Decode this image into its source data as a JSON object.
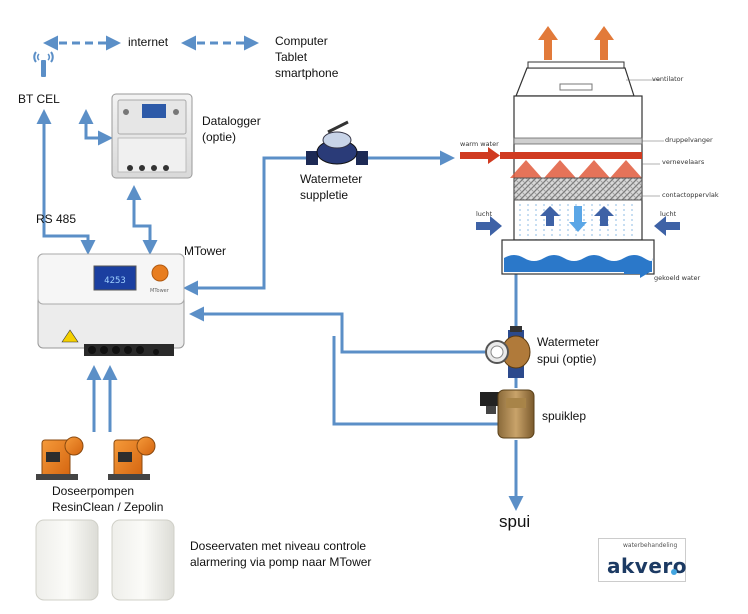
{
  "labels": {
    "internet": "internet",
    "devices": [
      "Computer",
      "Tablet",
      "smartphone"
    ],
    "bt_cel": "BT CEL",
    "datalogger": [
      "Datalogger",
      "(optie)"
    ],
    "rs485": "RS 485",
    "mtower": "MTower",
    "watermeter_suppletie": [
      "Watermeter",
      "suppletie"
    ],
    "watermeter_spui": [
      "Watermeter",
      "spui (optie)"
    ],
    "spuiklep": "spuiklep",
    "spui": "spui",
    "doseerpompen": [
      "Doseerpompen",
      "ResinClean / Zepolin"
    ],
    "doseervaten": [
      "Doseervaten met niveau controle",
      "alarmering via pomp naar MTower"
    ]
  },
  "tower": {
    "ventilator": "ventilator",
    "druppelvanger": "druppelvanger",
    "warm_water": "warm water",
    "vernevelaars": "vernevelaars",
    "contactoppervlak": "contactoppervlak",
    "lucht_left": "lucht",
    "lucht_right": "lucht",
    "gekoeld_water": "gekoeld water"
  },
  "devices": {
    "controller_display": "4253",
    "controller_brand": "MTower"
  },
  "logo": {
    "tagline": "waterbehandeling",
    "name": "akvero"
  },
  "colors": {
    "line_blue": "#5b8fc7",
    "pump_orange": "#e77b1f",
    "water_blue": "#2b78c9",
    "warm_red": "#d03a20",
    "airflow_blue": "#3e62a6"
  }
}
